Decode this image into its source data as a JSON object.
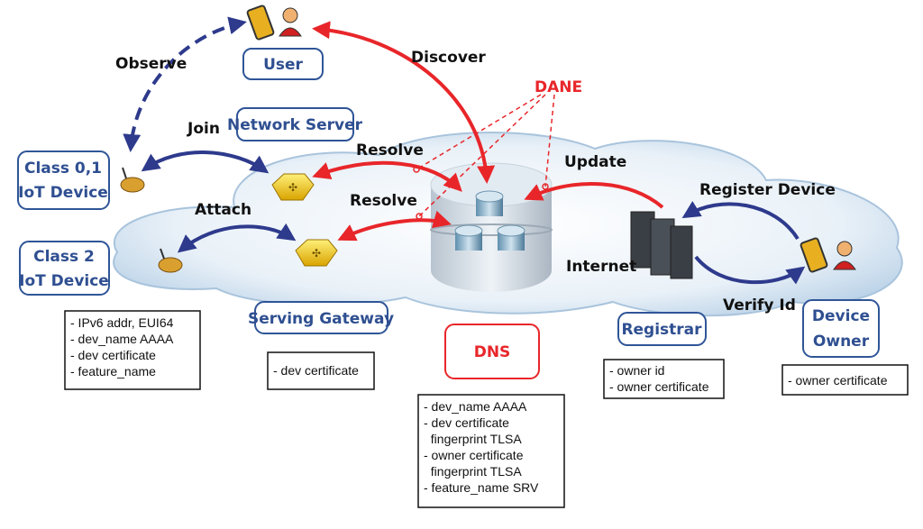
{
  "nodes": {
    "user": "User",
    "network_server": "Network Server",
    "class01_line1": "Class 0,1",
    "class01_line2": "IoT Device",
    "class2_line1": "Class 2",
    "class2_line2": "IoT Device",
    "serving_gateway": "Serving Gateway",
    "dns": "DNS",
    "registrar": "Registrar",
    "owner_line1": "Device",
    "owner_line2": "Owner"
  },
  "edges": {
    "observe": "Observe",
    "join": "Join",
    "discover": "Discover",
    "dane": "DANE",
    "resolve1": "Resolve",
    "resolve2": "Resolve",
    "attach": "Attach",
    "update": "Update",
    "register_device": "Register Device",
    "internet": "Internet",
    "verify_id": "Verify Id"
  },
  "info": {
    "device": [
      "- IPv6 addr, EUI64",
      "- dev_name AAAA",
      "- dev certificate",
      "- feature_name"
    ],
    "gateway": [
      "- dev certificate"
    ],
    "dns": [
      "- dev_name AAAA",
      "- dev certificate",
      "  fingerprint TLSA",
      "- owner certificate",
      "  fingerprint TLSA",
      "- feature_name SRV"
    ],
    "registrar": [
      "- owner id",
      "- owner certificate"
    ],
    "owner": [
      "- owner certificate"
    ]
  },
  "colors": {
    "blue_arrow": "#2e3a8c",
    "red_arrow": "#e8262a",
    "node_border": "#2f5597",
    "dns_border": "#e8262a"
  }
}
